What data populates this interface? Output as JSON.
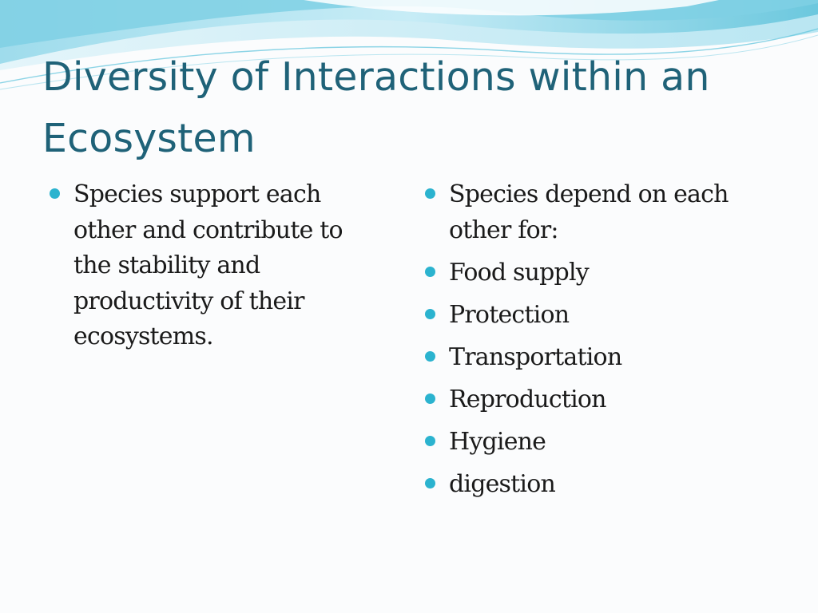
{
  "slide": {
    "title": "Diversity of Interactions within an Ecosystem",
    "left_bullets": [
      "Species support each other and contribute to the stability and productivity of their ecosystems."
    ],
    "right_bullets": [
      "Species depend on each other for:",
      "Food supply",
      "Protection",
      "Transportation",
      "Reproduction",
      "Hygiene",
      "digestion"
    ]
  },
  "colors": {
    "title": "#1f6278",
    "bullet": "#2bb3cf",
    "wave_light": "#d6f1f8",
    "wave_mid": "#a8e0ee",
    "wave_dark": "#5cc3dc"
  }
}
